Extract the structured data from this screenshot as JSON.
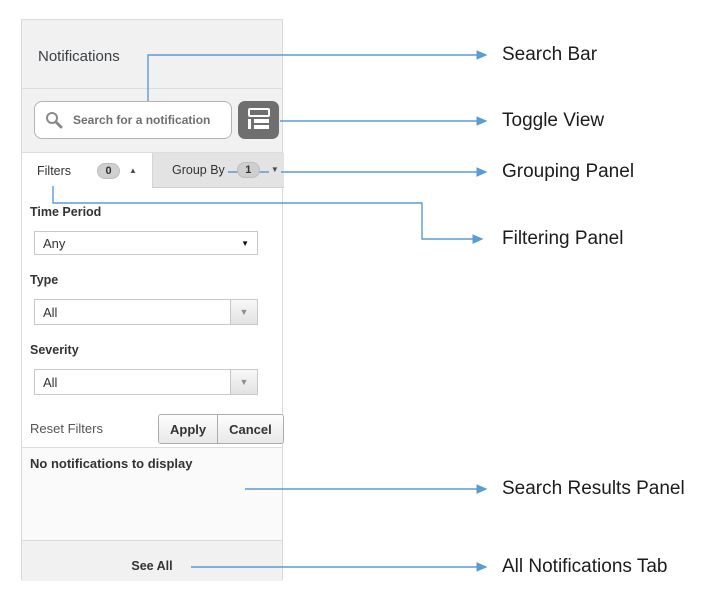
{
  "panel": {
    "title": "Notifications",
    "search": {
      "placeholder": "Search for a notification"
    },
    "tabs": {
      "filters": {
        "label": "Filters",
        "badge": "0"
      },
      "group_by": {
        "label": "Group By",
        "badge": "1"
      }
    },
    "filter_form": {
      "fields": [
        {
          "label": "Time Period",
          "value": "Any"
        },
        {
          "label": "Type",
          "value": "All"
        },
        {
          "label": "Severity",
          "value": "All"
        }
      ],
      "reset_label": "Reset Filters",
      "apply_label": "Apply",
      "cancel_label": "Cancel"
    },
    "results": {
      "empty_message": "No notifications to display"
    },
    "footer": {
      "see_all_label": "See All"
    }
  },
  "annotations": {
    "items": [
      "Search Bar",
      "Toggle View",
      "Grouping Panel",
      "Filtering Panel",
      "Search Results Panel",
      "All Notifications Tab"
    ]
  },
  "icons": {
    "caret_up": "▲",
    "caret_down": "▼",
    "select_caret": "▼",
    "search": "magnifier-icon",
    "toggle": "list-view-icon"
  },
  "colors": {
    "connector_blue": "#5b9bd5",
    "panel_bg": "#f1f1f1",
    "toggle_button_bg": "#6f6f6f"
  }
}
